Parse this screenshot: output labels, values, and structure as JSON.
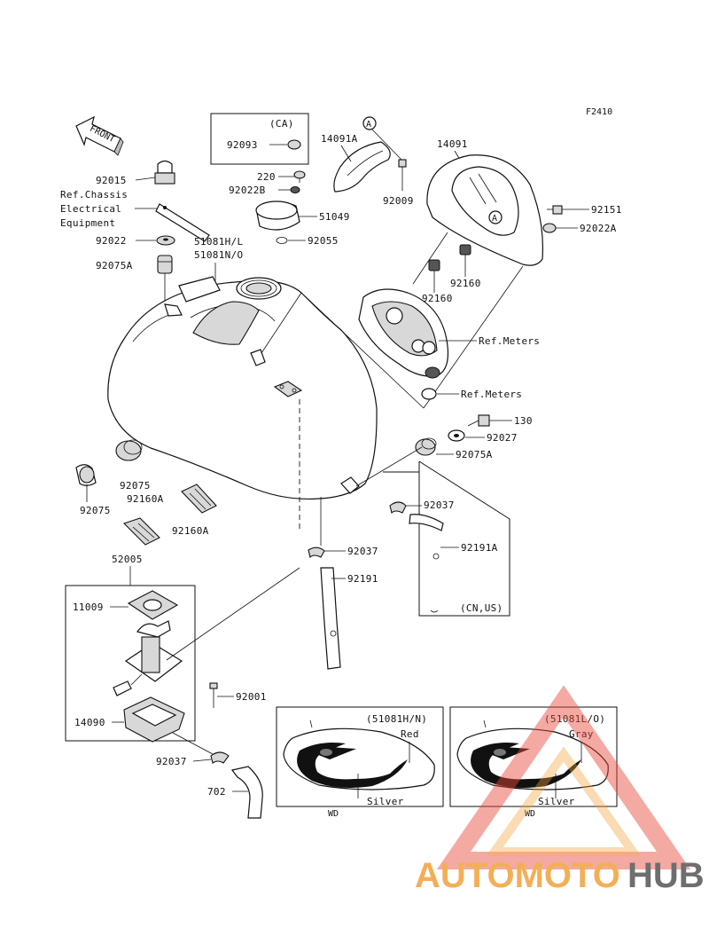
{
  "figure_code": "F2410",
  "front_arrow_label": "FRONT",
  "parts": {
    "p92015": "92015",
    "ref_chassis_1": "Ref.Chassis",
    "ref_chassis_2": "Electrical",
    "ref_chassis_3": "Equipment",
    "p92022": "92022",
    "p92075A_left": "92075A",
    "p51081HL": "51081H/L",
    "p51081NO": "51081N/O",
    "p220": "220",
    "p92022B": "92022B",
    "p51049": "51049",
    "p92055": "92055",
    "p14091A": "14091A",
    "p92009": "92009",
    "p14091": "14091",
    "p92151": "92151",
    "p92022A": "92022A",
    "p92160_a": "92160",
    "p92160_b": "92160",
    "ref_meters_1": "Ref.Meters",
    "ref_meters_2": "Ref.Meters",
    "p130": "130",
    "p92027": "92027",
    "p92075A_right": "92075A",
    "p92075_a": "92075",
    "p92160A_a": "92160A",
    "p92075_b": "92075",
    "p92160A_b": "92160A",
    "p92037_a": "92037",
    "p92191A": "92191A",
    "p92037_b": "92037",
    "p92191": "92191",
    "p52005": "52005",
    "p11009": "11009",
    "p92001": "92001",
    "p14090": "14090",
    "p92037_c": "92037",
    "p702": "702"
  },
  "callouts": {
    "circle_a_1": "A",
    "circle_a_2": "A"
  },
  "boxes": {
    "ca_box_label": "(CA)",
    "ca_box_part": "92093",
    "cnus_label": "(CN,US)",
    "decal_left_label": "(51081H/N)",
    "decal_left_color1": "Red",
    "decal_left_color2": "Silver",
    "decal_left_wd": "WD",
    "decal_right_label": "(51081L/O)",
    "decal_right_color1": "Gray",
    "decal_right_color2": "Silver",
    "decal_right_wd": "WD"
  },
  "watermark": {
    "text_part1": "AUTOMOTO",
    "text_part2": "HUB",
    "color_orange": "#f2a23a",
    "color_red": "#e8473a",
    "color_gray": "#555555"
  }
}
